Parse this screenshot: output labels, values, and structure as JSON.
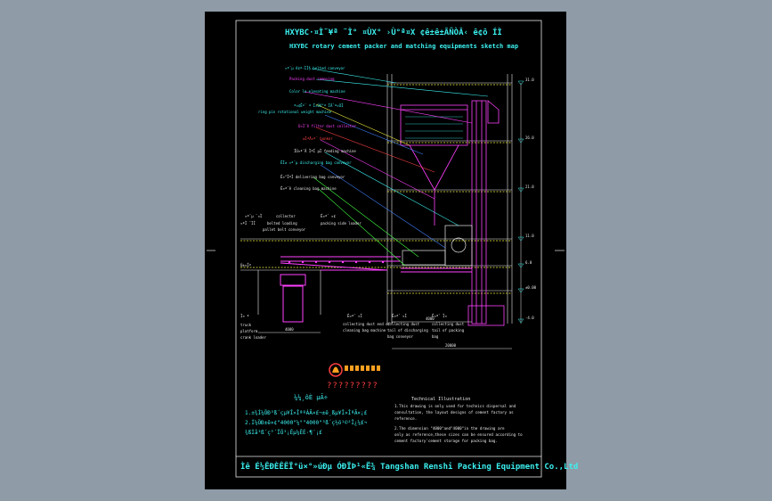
{
  "drawing": {
    "title_main": "HXYBC·¤Ì¨¥ª ¨Ì° ¤ÙX° ›Ù°ª¤X ¢ê±ê±ÂÑÒÂ‹ ê¢ô ÍÌ",
    "title_sub": "HXYBC rotary cement packer and matching equipments sketch map",
    "callouts": [
      "¤ª¨µ ê¢ª·ÌÌ§ belted conveyor",
      "Packing dust removing",
      "Color le elevating machine",
      "ª¤¢Êº¨ ª Ì¤ÙX°ª ÍÂ¨ª¤ÙÌ",
      "ring pin rotational weight machine",
      "Ù¤Ì¨ê filter dust collector",
      "±ÌªÂ¤ª¨ bunker",
      "ÍÙ¤ª¨Â ÌªÍ µÌ  feeding machine",
      "ÊÌ± ¤ª¨µ discharging bag conveyor",
      "Ê¤°ÌªÍ delivering bag conveyor",
      "Ê¤ª¨ê cleaning bag machine"
    ],
    "labels": {
      "left_top_1": "¤ª¨µ  ¨¤Ì",
      "left_top_2": "¤ªÌ ¨ÌÌ",
      "left_top_3": "collector",
      "left_top_4": "Ê¤ª¨ ¤¢",
      "left_top_5": "packing side loader",
      "left_top_6": "belted loading",
      "left_top_7": "pallet belt conveyor",
      "left_mid": "Ú±¤Ìª",
      "bottom_1": "Ì¤ ª",
      "bottom_2": "Ê¤ª¨ ¤Ì ",
      "bottom_3": "Ê¤ª¨ ¤Ì ",
      "bottom_4": "Ê¤ª¨ Ì¤",
      "truck_1": "truck",
      "truck_2": "platform",
      "truck_3": "crank loader",
      "collect_1": "collecting dust  end of",
      "collect_2": "cleaning bag machine",
      "collect_3": "collecting dust",
      "collect_4": "tail of discharging",
      "collect_5": "bag conveyor",
      "collect_6": "collecting dust",
      "collect_7": "tail of packing",
      "collect_8": "bag"
    },
    "dimensions": {
      "d_bottom_left": "4000",
      "d_bottom_mid": "4000",
      "d_bottom_right": "20000",
      "d_right_1": "31.0",
      "d_right_2": "26.0",
      "d_right_3": "21.0",
      "d_right_4": "11.0",
      "d_right_5": "6.0",
      "d_right_6": "±0.00",
      "d_right_7": "-4.0"
    },
    "company_brand": "?????????",
    "notes_title": "¼¼¸ôÈ µÃ÷",
    "notes": [
      "1.±¾Í¼ÖÐ³ß´çµ¥Î»ÎªºÁÃ×£¬±ê¸ßµ¥Î»ÎªÃ×¡£",
      "2.Í¼ÖÐ±ê×¢\"4000\"¼°\"4000\"³ß´ç½ö¹©²Î¿¼£¬",
      "  ¾ßÌå³ß´ç°´ÏÖ³¡Êµ¼ÊÈ·¶¨¡£"
    ],
    "tech_title": "Technical Illustration",
    "tech_lines": [
      "1.This drawing is only used for technics dispersal and",
      "consultation, the layout designs of cement factory as",
      "reference.",
      "2.The dimension \"4000\"and\"4000\"in the drawing are",
      "only as reference,these sizes can be ensured according to",
      "cement factory'cement storage for packing bag."
    ],
    "footer": "Ìê É½ÊÐÈÊÊÏ°ü×°»úÐµ ÓÐÏÞ¹«Ë¾  Tangshan Renshi Packing Equipment Co.,Ltd"
  },
  "colors": {
    "cyan": "#3cf0f0",
    "magenta": "#ff40ff",
    "red": "#ff4040",
    "yellow": "#f0f040",
    "green": "#40ff40",
    "blue": "#4080ff",
    "white": "#e8e8e8",
    "background": "#8f9ba7",
    "sheet": "#000000"
  }
}
